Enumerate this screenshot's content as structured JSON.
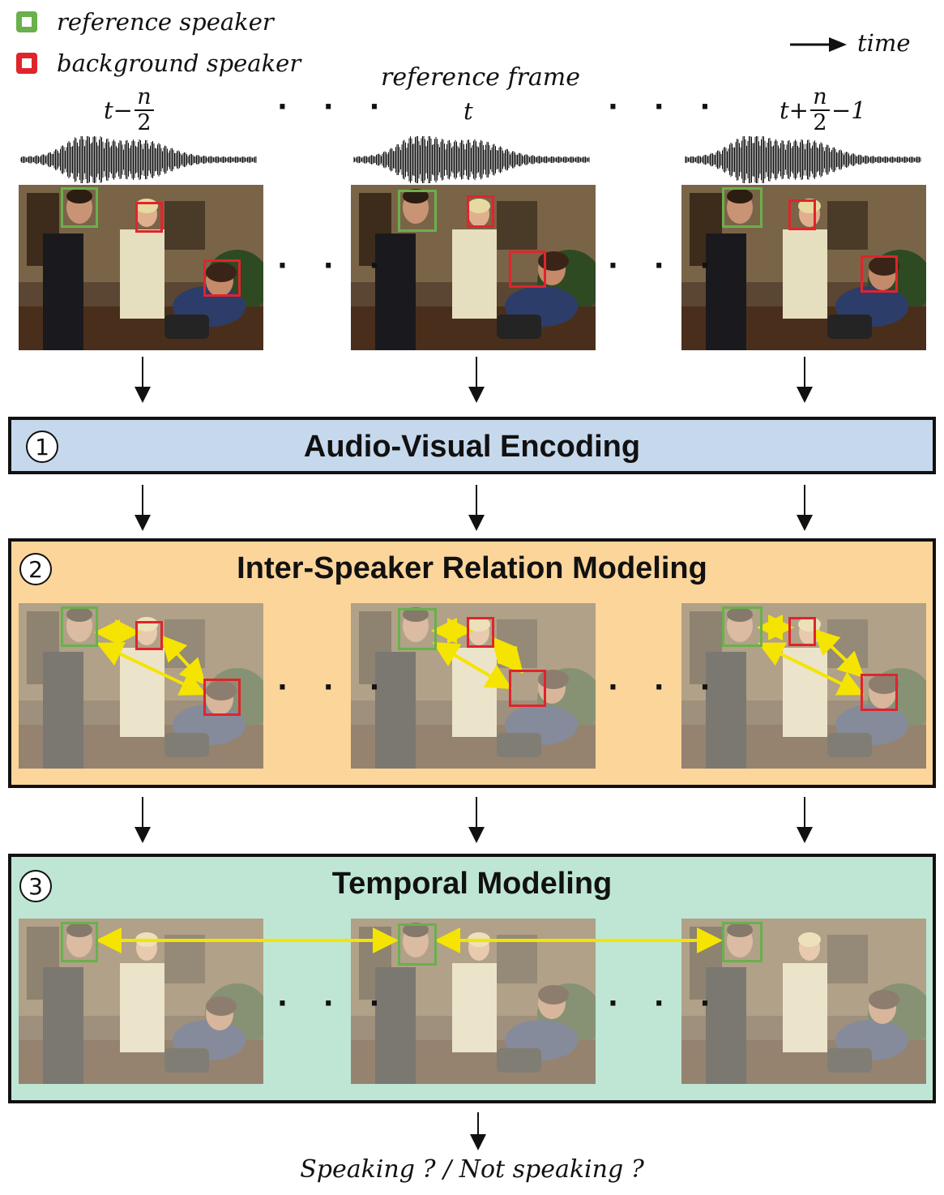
{
  "legend": {
    "reference": {
      "label": "reference speaker",
      "color": "#6ab04c"
    },
    "background": {
      "label": "background speaker",
      "color": "#e0242b"
    }
  },
  "time_label": "time",
  "reference_frame_label": "reference frame",
  "frame_labels": {
    "left": {
      "prefix": "t−",
      "num": "n",
      "den": "2"
    },
    "center": "t",
    "right": {
      "prefix": "t+",
      "num": "n",
      "den": "2",
      "suffix": "−1"
    }
  },
  "ellipsis": "· · ·",
  "stages": [
    {
      "number": "1",
      "title": "Audio-Visual Encoding",
      "color": "#c6d8ec"
    },
    {
      "number": "2",
      "title": "Inter-Speaker Relation Modeling",
      "color": "#fcd59a"
    },
    {
      "number": "3",
      "title": "Temporal Modeling",
      "color": "#bfe6d4"
    }
  ],
  "relation_arrow_color": "#f4e400",
  "output": "Speaking ? / Not speaking ?"
}
